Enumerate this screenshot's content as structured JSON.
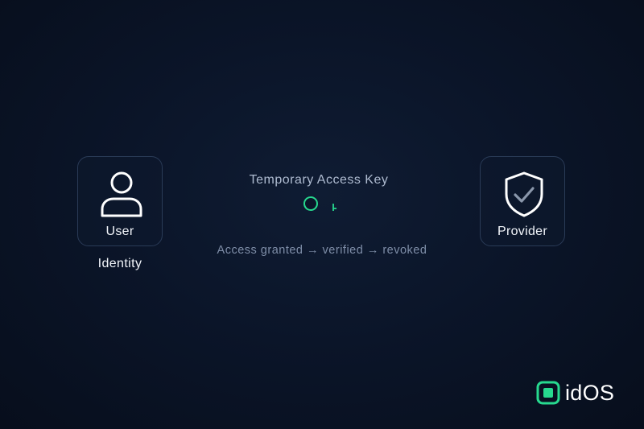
{
  "diagram": {
    "user": {
      "label": "User",
      "sublabel": "Identity",
      "icon": "user-icon"
    },
    "provider": {
      "label": "Provider",
      "icon": "shield-check-icon"
    },
    "connector": {
      "title": "Temporary Access Key",
      "caption": "Access granted → verified → revoked",
      "icon": "key-icon"
    }
  },
  "brand": {
    "name": "idOS",
    "icon": "idos-logo-icon"
  },
  "colors": {
    "background": "#0b1529",
    "accent": "#27d98f",
    "node_border": "#2a3b57",
    "muted_text": "#aebbd0"
  }
}
